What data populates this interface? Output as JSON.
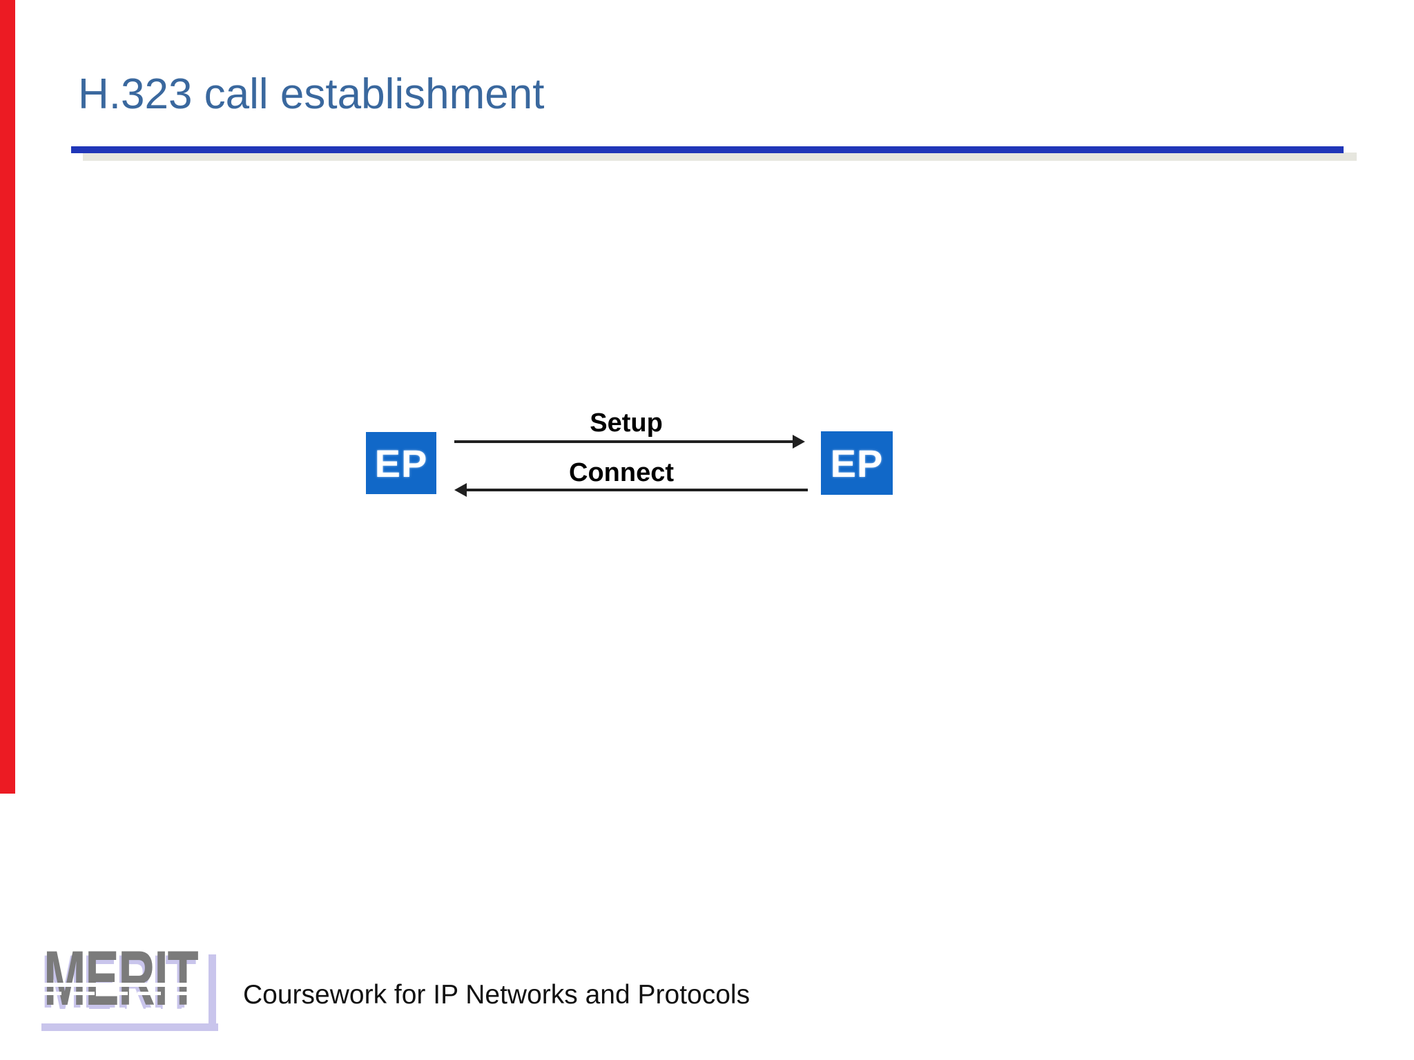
{
  "slide": {
    "title": "H.323 call establishment",
    "footer_caption": "Coursework for IP Networks and Protocols",
    "logo_text": "MERIT"
  },
  "diagram": {
    "left_endpoint": {
      "label": "EP"
    },
    "right_endpoint": {
      "label": "EP"
    },
    "messages": [
      {
        "label": "Setup",
        "from": "left EP",
        "to": "right EP",
        "direction": "right"
      },
      {
        "label": "Connect",
        "from": "right EP",
        "to": "left EP",
        "direction": "left"
      }
    ]
  },
  "colors": {
    "title": "#3a689e",
    "rule": "#2036b8",
    "rule_shadow": "#e6e6de",
    "endpoint_bg": "#1168c8",
    "endpoint_text": "#ffffff",
    "arrow": "#202020",
    "red_bar": "#ec1b23",
    "logo_gray": "#7b7b7b",
    "logo_lavender": "#c9c5ec",
    "footer_text_color": "#111111"
  }
}
